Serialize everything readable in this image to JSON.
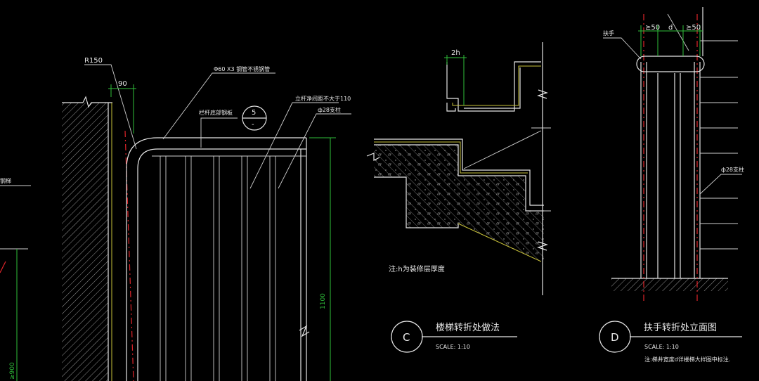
{
  "left_detail": {
    "radius_label": "R150",
    "offset_dim": "90",
    "handrail_spec": "Φ60 X3 钢管不锈钢管",
    "post_note": "立杆净间距不大于110",
    "post_spec": "ф28支柱",
    "detail_ref": "5",
    "wall_note": "栏杆底部钢板",
    "height_dim": "1100",
    "low_dim": "≥900",
    "edge_label": "钢梯"
  },
  "detail_c": {
    "step_dim": "2h",
    "note": "注:h为装修层厚度",
    "circle_label": "C",
    "title": "楼梯转折处做法",
    "scale": "SCALE: 1:10"
  },
  "detail_d": {
    "handrail_label": "扶手",
    "dim_left": "≥50",
    "dim_mid": "d",
    "dim_right": "≥50",
    "post_label": "ф28支柱",
    "circle_label": "D",
    "title": "扶手转折处立面图",
    "scale": "SCALE: 1:10",
    "note": "注:梯井宽度d详楼梯大样图中标注."
  }
}
